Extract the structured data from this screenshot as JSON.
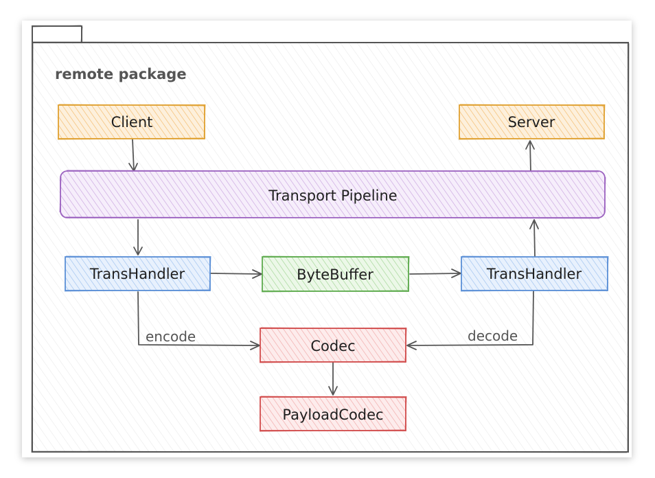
{
  "diagram": {
    "package_label": "remote package",
    "nodes": {
      "client": "Client",
      "server": "Server",
      "pipeline": "Transport Pipeline",
      "trans_handler_left": "TransHandler",
      "byte_buffer": "ByteBuffer",
      "trans_handler_right": "TransHandler",
      "codec": "Codec",
      "payload_codec": "PayloadCodec"
    },
    "edge_labels": {
      "encode": "encode",
      "decode": "decode"
    }
  },
  "colors": {
    "orange_stroke": "#e0a030",
    "orange_fill": "#fde7c7",
    "purple_stroke": "#9c63c0",
    "purple_fill": "#eedff7",
    "blue_stroke": "#5a8fd6",
    "blue_fill": "#d6e6fb",
    "green_stroke": "#5caa4c",
    "green_fill": "#daf2d4",
    "red_stroke": "#d14b4b",
    "red_fill": "#fbdcdc",
    "line": "#555555"
  }
}
